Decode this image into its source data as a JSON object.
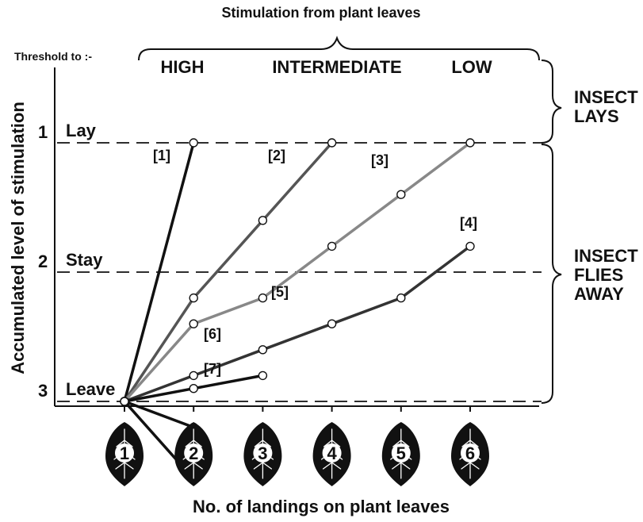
{
  "title_top": "Stimulation from plant leaves",
  "threshold_title": "Threshold to :-",
  "stimulation_categories": [
    "HIGH",
    "INTERMEDIATE",
    "LOW"
  ],
  "y_axis_title": "Accumulated level of stimulation",
  "x_axis_title": "No. of landings on plant leaves",
  "thresholds": [
    {
      "number": "1",
      "label": "Lay",
      "level": 1
    },
    {
      "number": "2",
      "label": "Stay",
      "level": 2
    },
    {
      "number": "3",
      "label": "Leave",
      "level": 3
    }
  ],
  "right_labels": {
    "lays": "INSECT LAYS",
    "flies": "INSECT FLIES AWAY"
  },
  "landings": [
    "1",
    "2",
    "3",
    "4",
    "5",
    "6"
  ],
  "paths": [
    {
      "label": "[1]",
      "color": "#111111",
      "points": [
        [
          1,
          3
        ],
        [
          2,
          1
        ]
      ]
    },
    {
      "label": "[2]",
      "color": "#555555",
      "points": [
        [
          1,
          3
        ],
        [
          2,
          2.2
        ],
        [
          3,
          1.6
        ],
        [
          4,
          1
        ]
      ]
    },
    {
      "label": "[3]",
      "color": "#888888",
      "points": [
        [
          1,
          3
        ],
        [
          2,
          2.4
        ],
        [
          3,
          2.2
        ],
        [
          4,
          1.8
        ],
        [
          5,
          1.4
        ],
        [
          6,
          1
        ]
      ]
    },
    {
      "label": "[4]",
      "color": "#333333",
      "points": [
        [
          1,
          3
        ],
        [
          2,
          2.8
        ],
        [
          3,
          2.6
        ],
        [
          4,
          2.4
        ],
        [
          5,
          2.2
        ],
        [
          6,
          1.8
        ]
      ]
    },
    {
      "label": "[5]",
      "color": "#111111",
      "points": [
        [
          1,
          3
        ],
        [
          2,
          2.9
        ],
        [
          3,
          2.8
        ]
      ]
    },
    {
      "label": "[6]",
      "color": "#111111",
      "points": [
        [
          1,
          3
        ],
        [
          2,
          3.2
        ]
      ]
    },
    {
      "label": "[7]",
      "color": "#111111",
      "points": [
        [
          1,
          3
        ],
        [
          2,
          3.6
        ]
      ]
    }
  ]
}
